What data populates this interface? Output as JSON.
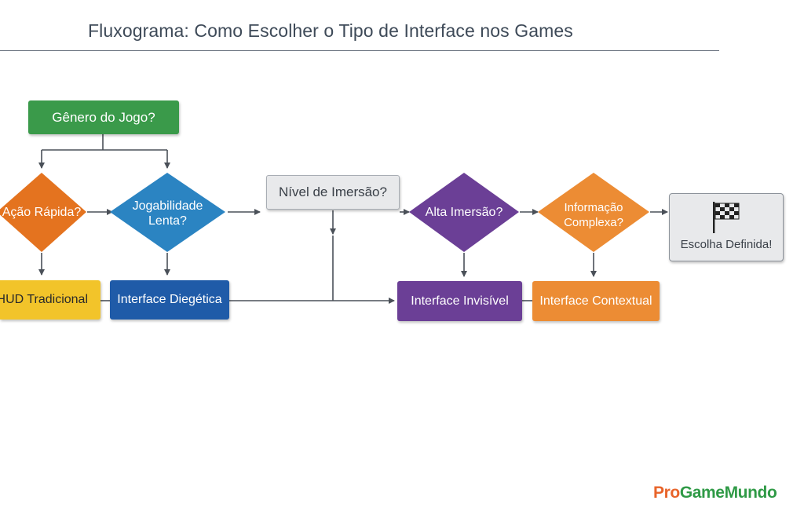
{
  "title": "Fluxograma: Como Escolher o Tipo de Interface nos Games",
  "nodes": {
    "genero": "Gênero do Jogo?",
    "acao_rapida": "Ação Rápida?",
    "jogabilidade_lenta": "Jogabilidade\nLenta?",
    "nivel_imersao": "Nível de Imersão?",
    "alta_imersao": "Alta Imersão?",
    "informacao_complexa": "Informação\nComplexa?",
    "escolha_definida": "Escolha Definida!",
    "hud_tradicional": "HUD Tradicional",
    "interface_diegetica": "Interface Diegética",
    "interface_invisivel": "Interface Invisível",
    "interface_contextual": "Interface Contextual"
  },
  "icons": {
    "finish": "checkered-flag-icon"
  },
  "brand": {
    "part1": "Pro",
    "part2": "GameMundo"
  },
  "colors": {
    "green": "#3a9a4a",
    "orange": "#e4731f",
    "blue": "#2b84c2",
    "purple": "#6b3f96",
    "orange_light": "#ec8c34",
    "yellow": "#f2c42a",
    "navy": "#1f5ba8",
    "gray": "#e8e9eb",
    "brand_orange": "#e8642a",
    "brand_green": "#2f9a46"
  }
}
